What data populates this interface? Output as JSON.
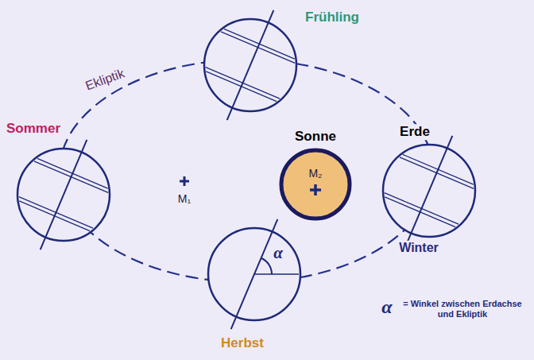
{
  "diagram": {
    "nodes": [
      {
        "text": [
          "Frühling"
        ]
      },
      {
        "text": [
          "Sommer"
        ]
      },
      {
        "text": [
          "Sonne",
          "M₂"
        ]
      },
      {
        "text": [
          "Erde",
          "Winter"
        ]
      },
      {
        "text": [
          "α",
          "Herbst"
        ]
      }
    ],
    "labels": [
      "Ekliptik",
      "M₁",
      "α",
      "= Winkel zwischen Erdachse und Ekliptik"
    ]
  }
}
